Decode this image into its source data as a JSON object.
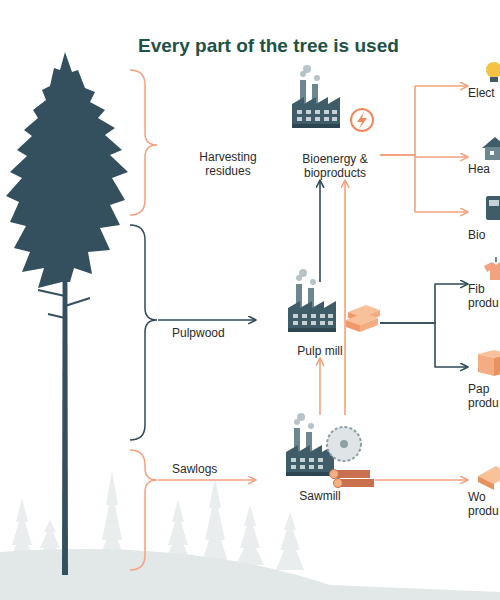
{
  "diagram": {
    "title": "Every part of the tree is used",
    "nodes": [
      {
        "text": [
          "Bioenergy & bioproducts"
        ]
      },
      {
        "text": [
          "Pulp mill"
        ]
      },
      {
        "text": [
          "Sawmill"
        ]
      },
      {
        "text": [
          "Elect"
        ]
      },
      {
        "text": [
          "Hea"
        ]
      },
      {
        "text": [
          "Bio"
        ]
      },
      {
        "text": [
          "Fib produ"
        ]
      },
      {
        "text": [
          "Pap produ"
        ]
      },
      {
        "text": [
          "Wo produ"
        ]
      }
    ],
    "edges": [
      {
        "from": 1,
        "to": 0,
        "arrow": "to"
      },
      {
        "from": 2,
        "to": 1,
        "arrow": "to"
      },
      {
        "from": 2,
        "to": 0,
        "arrow": "to"
      },
      {
        "from": 0,
        "to": 3,
        "arrow": "to"
      },
      {
        "from": 0,
        "to": 4,
        "arrow": "to"
      },
      {
        "from": 0,
        "to": 5,
        "arrow": "to"
      },
      {
        "from": 1,
        "to": 6,
        "arrow": "to"
      },
      {
        "from": 1,
        "to": 7,
        "arrow": "to"
      },
      {
        "from": 2,
        "to": 8,
        "arrow": "to"
      }
    ],
    "labels": [
      "Harvesting residues",
      "Pulpwood",
      "Sawlogs"
    ]
  }
}
